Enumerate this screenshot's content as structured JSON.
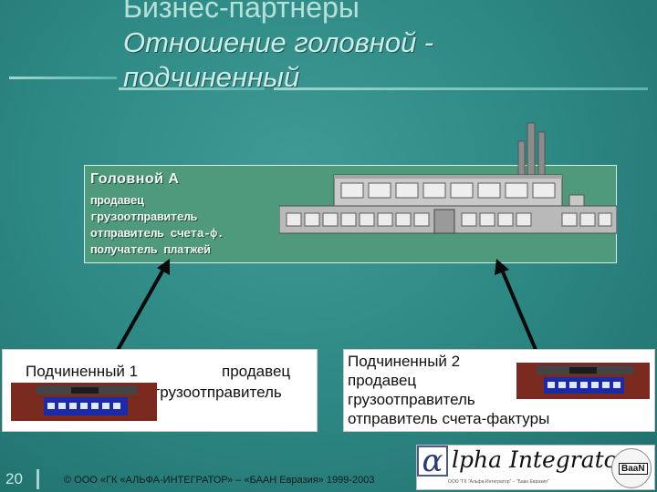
{
  "slide": {
    "title": "Бизнес-партнеры",
    "subtitle": "Отношение головной - подчиненный",
    "page_number": "20"
  },
  "head_company": {
    "name": "Головной А",
    "roles": [
      "продавец",
      "грузоотправитель",
      "отправитель счета-ф.",
      "получатель платжей"
    ]
  },
  "subsidiary1": {
    "name": "Подчиненный 1",
    "roles": [
      "продавец",
      "грузоотправитель"
    ]
  },
  "subsidiary2": {
    "name": "Подчиненный 2",
    "roles": [
      "продавец",
      "грузоотправитель",
      "отправитель счета-фактуры"
    ]
  },
  "footer": {
    "copyright": "© ООО «ГК «АЛЬФА-ИНТЕГРАТОР» – «БААН Евразия» 1999-2003"
  },
  "logo": {
    "alpha_symbol": "α",
    "text": "lpha Integrator",
    "tagline": "ООО \"ГК \"Альфа-Интегратор\" – \"Баан Евразия\"",
    "baan_mark": "BaaN"
  },
  "icons": [
    "factory-icon",
    "arrow-up-icon",
    "alpha-logo-icon",
    "baan-badge-icon"
  ]
}
